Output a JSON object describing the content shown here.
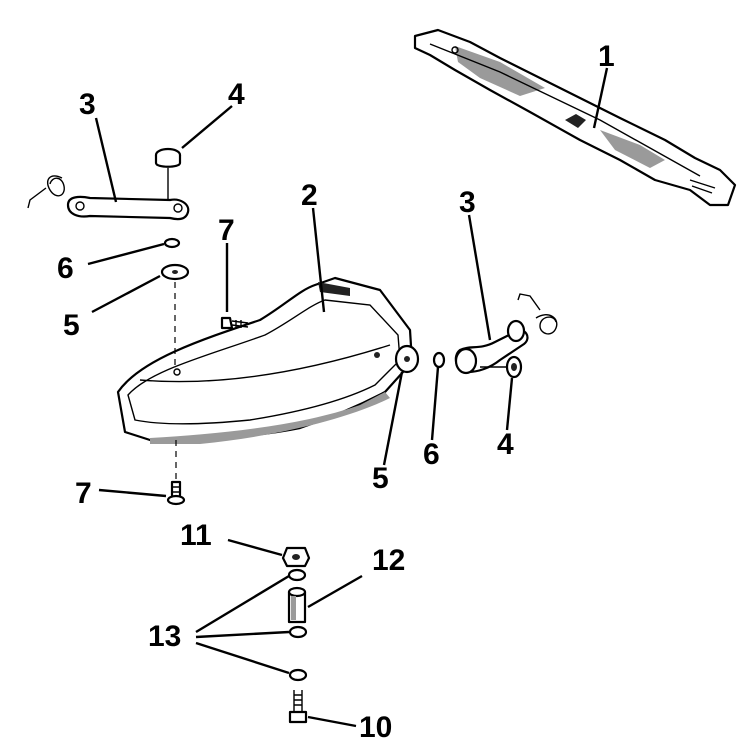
{
  "callouts": [
    {
      "id": "c1a",
      "text": "1"
    },
    {
      "id": "c2a",
      "text": "2"
    },
    {
      "id": "c3a",
      "text": "3"
    },
    {
      "id": "c3b",
      "text": "3"
    },
    {
      "id": "c4a",
      "text": "4"
    },
    {
      "id": "c4b",
      "text": "4"
    },
    {
      "id": "c5a",
      "text": "5"
    },
    {
      "id": "c5b",
      "text": "5"
    },
    {
      "id": "c6a",
      "text": "6"
    },
    {
      "id": "c6b",
      "text": "6"
    },
    {
      "id": "c7a",
      "text": "7"
    },
    {
      "id": "c7b",
      "text": "7"
    },
    {
      "id": "c10",
      "text": "10"
    },
    {
      "id": "c11",
      "text": "11"
    },
    {
      "id": "c12",
      "text": "12"
    },
    {
      "id": "c13",
      "text": "13"
    }
  ]
}
